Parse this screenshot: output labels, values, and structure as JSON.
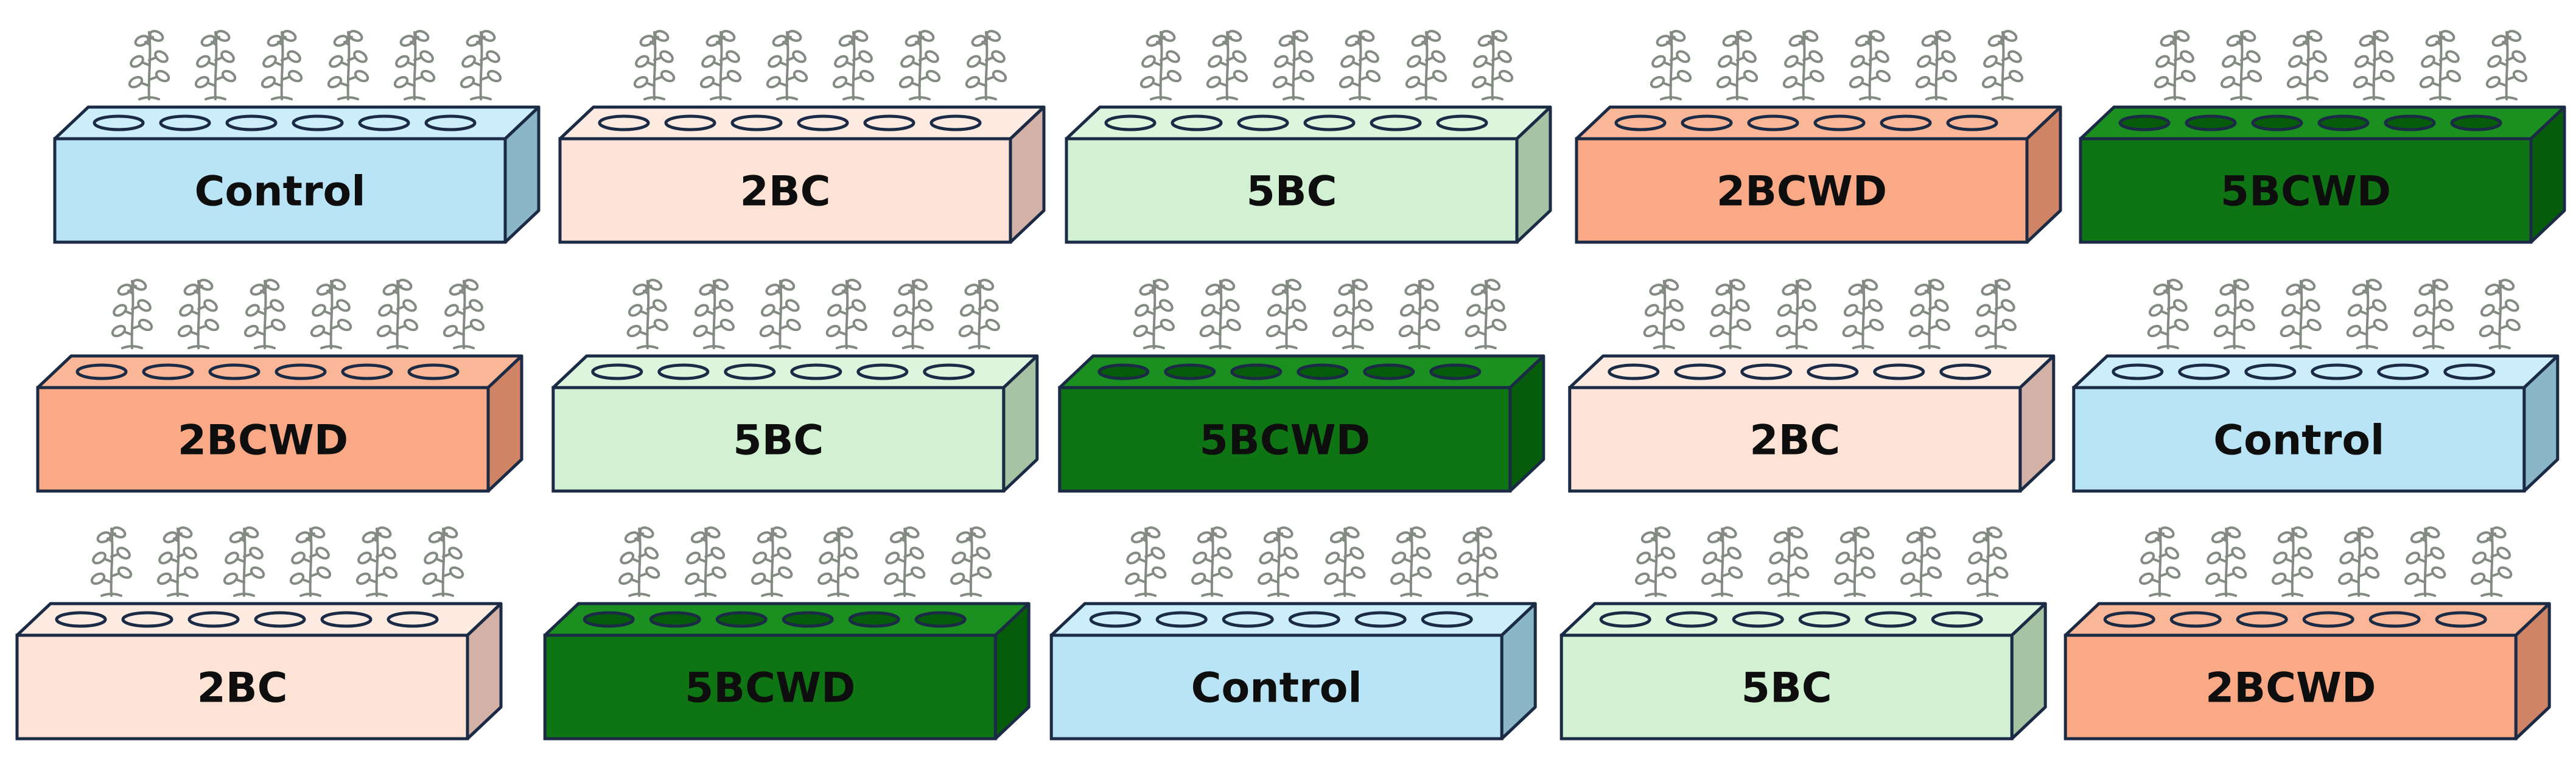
{
  "treatments": {
    "Control": {
      "front": "#b8e4f6",
      "top": "#cceefa",
      "side": "#8bb6c7",
      "hole": "#cceefa"
    },
    "2BC": {
      "front": "#fde3d6",
      "top": "#fdeae0",
      "side": "#d3b1a6",
      "hole": "#fdeae0"
    },
    "5BC": {
      "front": "#d2f0d2",
      "top": "#dcf5dc",
      "side": "#a6c4a4",
      "hole": "#dcf5dc"
    },
    "2BCWD": {
      "front": "#f9a985",
      "top": "#fab797",
      "side": "#d08466",
      "hole": "#fab797"
    },
    "5BCWD": {
      "front": "#0e7414",
      "top": "#1b8f20",
      "side": "#075c0b",
      "hole": "#075c0b"
    }
  },
  "outline_color": "#1b2b45",
  "plant_color": "#828a82",
  "plants_per_tray": 6,
  "rows": [
    [
      "Control",
      "2BC",
      "5BC",
      "2BCWD",
      "5BCWD"
    ],
    [
      "2BCWD",
      "5BC",
      "5BCWD",
      "2BC",
      "Control"
    ],
    [
      "2BC",
      "5BCWD",
      "Control",
      "5BC",
      "2BCWD"
    ]
  ]
}
